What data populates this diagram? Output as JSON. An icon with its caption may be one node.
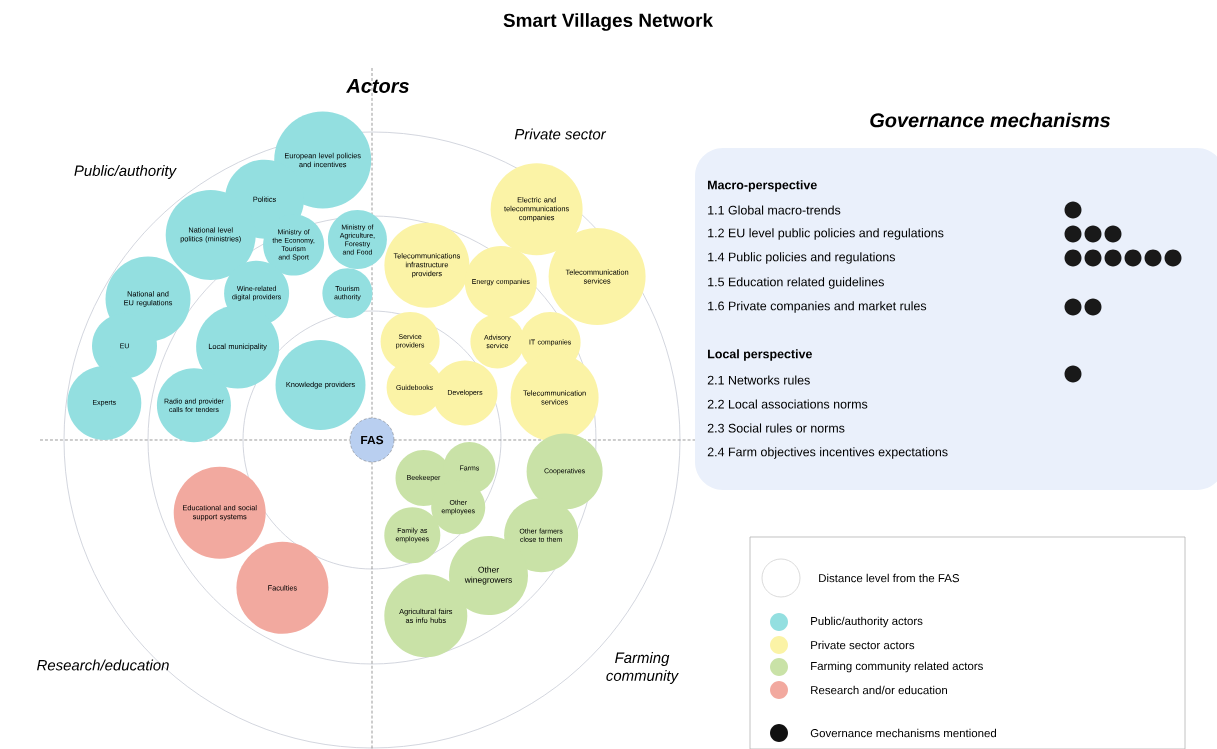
{
  "diagram": {
    "title": "Smart Villages Network",
    "nodes": [
      {
        "text": [
          "European level policies and incentives"
        ]
      },
      {
        "text": [
          "Politics"
        ]
      },
      {
        "text": [
          "National level politics (ministries)"
        ]
      },
      {
        "text": [
          "National and EU regulations"
        ]
      },
      {
        "text": [
          "EU"
        ]
      },
      {
        "text": [
          "Experts"
        ]
      },
      {
        "text": [
          "Ministry of the Economy, Tourism and Sport"
        ]
      },
      {
        "text": [
          "Ministry of Agriculture, Forestry and Food"
        ]
      },
      {
        "text": [
          "Wine-related digital providers"
        ]
      },
      {
        "text": [
          "Tourism authority"
        ]
      },
      {
        "text": [
          "Local municipality"
        ]
      },
      {
        "text": [
          "Radio and provider calls for tenders"
        ]
      },
      {
        "text": [
          "Knowledge providers"
        ]
      },
      {
        "text": [
          "Electric and telecommunications companies"
        ]
      },
      {
        "text": [
          "Telecommunications infrastructure providers"
        ]
      },
      {
        "text": [
          "Energy companies"
        ]
      },
      {
        "text": [
          "Telecommunication services"
        ]
      },
      {
        "text": [
          "Service providers"
        ]
      },
      {
        "text": [
          "Advisory service"
        ]
      },
      {
        "text": [
          "IT companies"
        ]
      },
      {
        "text": [
          "Guidebooks"
        ]
      },
      {
        "text": [
          "Developers"
        ]
      },
      {
        "text": [
          "Telecommunication services"
        ]
      },
      {
        "text": [
          "FAS"
        ]
      },
      {
        "text": [
          "Beekeeper"
        ]
      },
      {
        "text": [
          "Farms"
        ]
      },
      {
        "text": [
          "Other employees"
        ]
      },
      {
        "text": [
          "Family as employees"
        ]
      },
      {
        "text": [
          "Cooperatives"
        ]
      },
      {
        "text": [
          "Other farmers close to them"
        ]
      },
      {
        "text": [
          "Other winegrowers"
        ]
      },
      {
        "text": [
          "Agricultural fairs as info hubs"
        ]
      },
      {
        "text": [
          "Educational and social support systems"
        ]
      },
      {
        "text": [
          "Faculties"
        ]
      },
      {
        "text": [
          "Governance mechanisms",
          "Macro-perspective",
          "1.1 Global macro-trends",
          "1.2 EU level public policies and regulations",
          "1.4 Public policies and regulations",
          "1.5 Education related guidelines",
          "1.6 Private companies and market rules",
          "Local perspective",
          "2.1 Networks rules",
          "2.2 Local associations norms",
          "2.3 Social rules or norms",
          "2.4 Farm objectives incentives expectations"
        ]
      }
    ],
    "labels": [
      "Actors",
      "Public/authority",
      "Private sector",
      "Research/education",
      "Farming community"
    ],
    "legend": [
      {
        "text": "Distance level from the FAS"
      },
      {
        "text": "Public/authority actors",
        "color": "#93dfe0"
      },
      {
        "text": "Private sector actors",
        "color": "#fbf3a6"
      },
      {
        "text": "Farming community related actors",
        "color": "#c9e2a7"
      },
      {
        "text": "Research and/or education",
        "color": "#f2a99f"
      },
      {
        "text": "Governance mechanisms mentioned",
        "color": "#111111"
      }
    ]
  }
}
